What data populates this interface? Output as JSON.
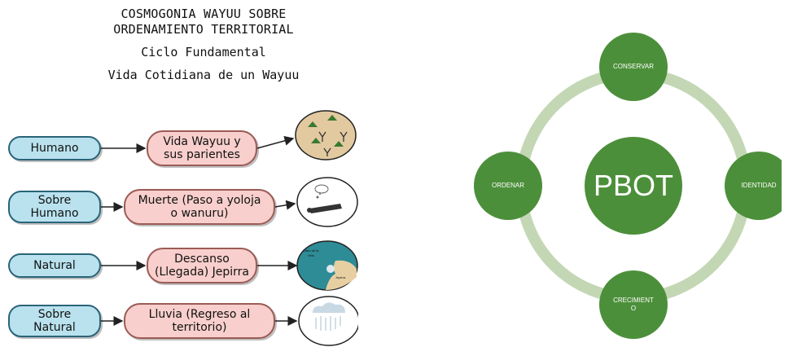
{
  "left": {
    "title_line1": "COSMOGONIA WAYUU SOBRE",
    "title_line2": "ORDENAMIENTO TERRITORIAL",
    "subtitle1": "Ciclo Fundamental",
    "subtitle2": "Vida Cotidiana de un Wayuu",
    "rows": [
      {
        "category": "Humano",
        "description": "Vida Wayuu y\nsus parientes",
        "image_icon": "village-people-illustration"
      },
      {
        "category": "Sobre\nHumano",
        "description": "Muerte (Paso a yoloja\no wanuru)",
        "image_icon": "lying-person-dream-illustration"
      },
      {
        "category": "Natural",
        "description": "Descanso\n(Llegada) Jepirra",
        "image_icon": "coastal-map-illustration",
        "image_text_1": "Cabo de la\nVela",
        "image_text_2": "Jepirra"
      },
      {
        "category": "Sobre\nNatural",
        "description": "Lluvia (Regreso al\nterritorio)",
        "image_icon": "rain-cloud-illustration"
      }
    ],
    "colors": {
      "blue_fill": "#b9e2ee",
      "pink_fill": "#f8cfcc",
      "oval_tan": "#e2c9a0",
      "sea_teal": "#2e8c97"
    }
  },
  "right": {
    "center": "PBOT",
    "nodes": [
      "CONSERVAR",
      "IDENTIDAD",
      "CRECIMIENTO",
      "ORDENAR"
    ],
    "node_bottom_display": "CRECIMIENT\nO",
    "colors": {
      "node_green": "#4c8f3a",
      "ring_green": "#c3d7b5"
    }
  }
}
